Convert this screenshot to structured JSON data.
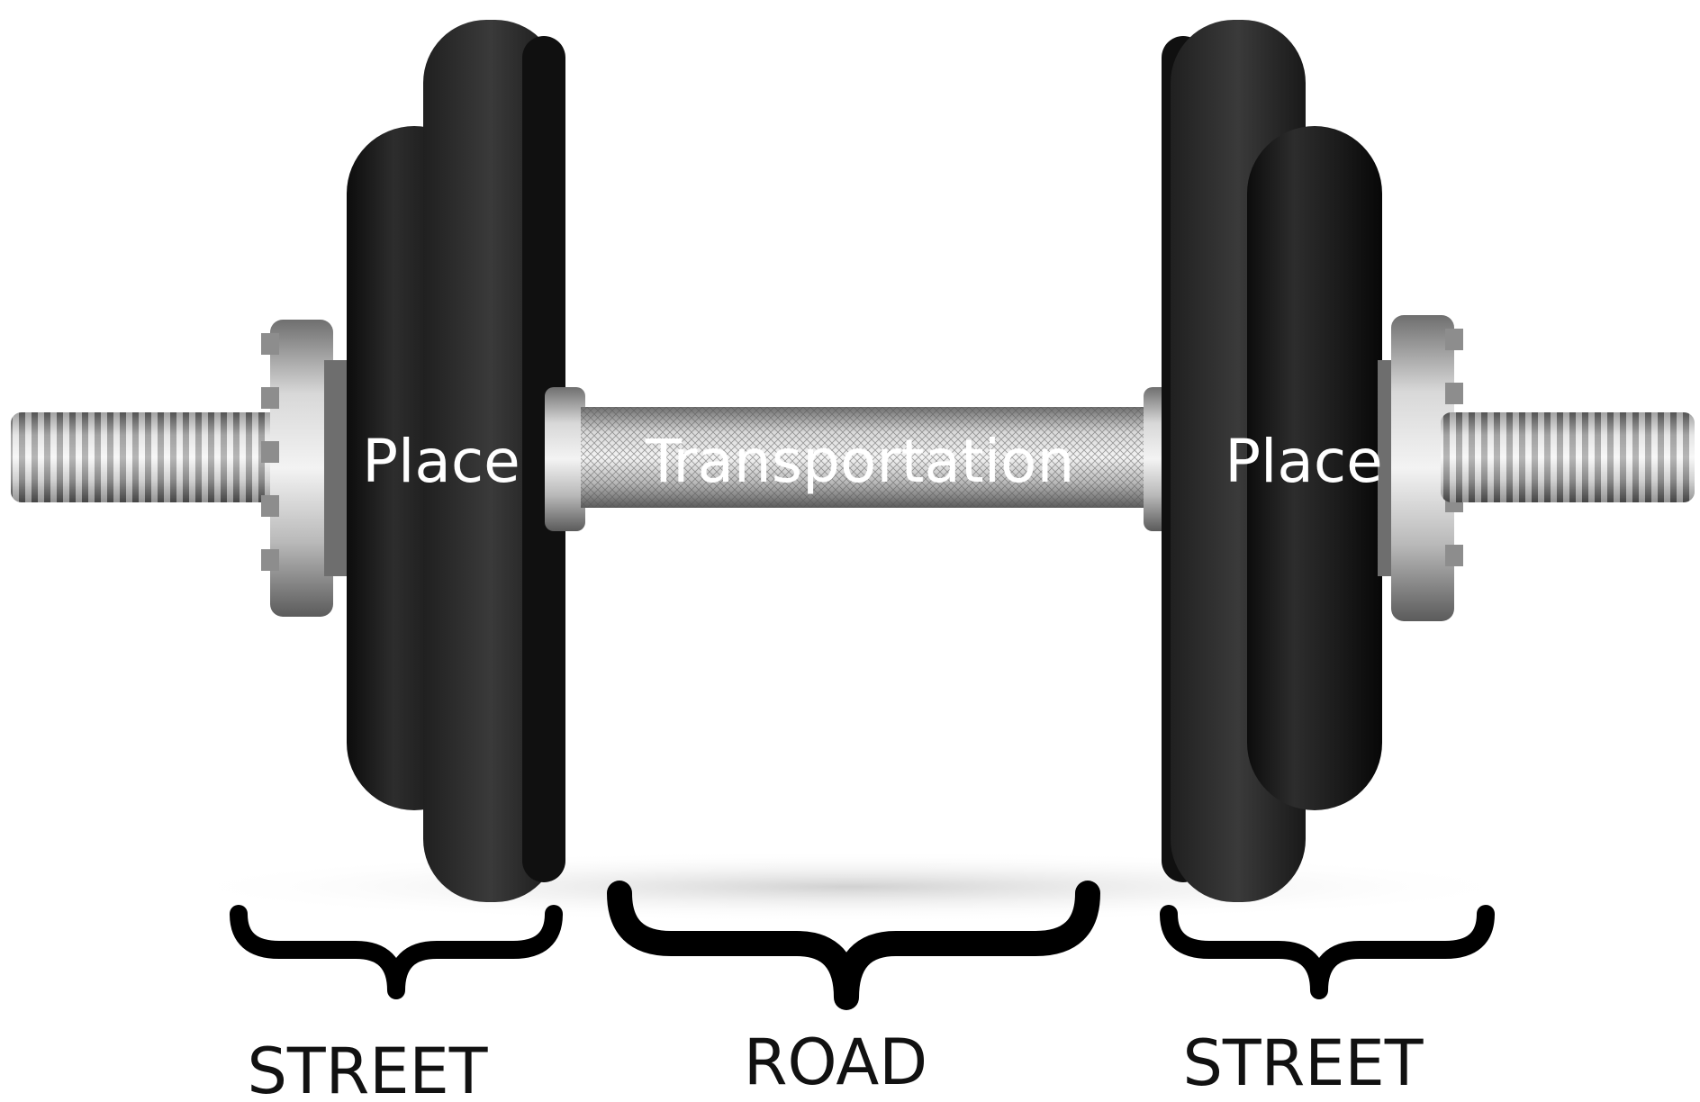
{
  "labels": {
    "left_plate": "Place",
    "bar": "Transportation",
    "right_plate": "Place",
    "left_brace": "STREET",
    "center_brace": "ROAD",
    "right_brace": "STREET"
  },
  "colors": {
    "background": "#ffffff",
    "plate": "#1c1c1c",
    "metal": "#a9a9a9",
    "brace": "#000000",
    "label_on_image": "#ffffff",
    "label_below": "#111111"
  }
}
